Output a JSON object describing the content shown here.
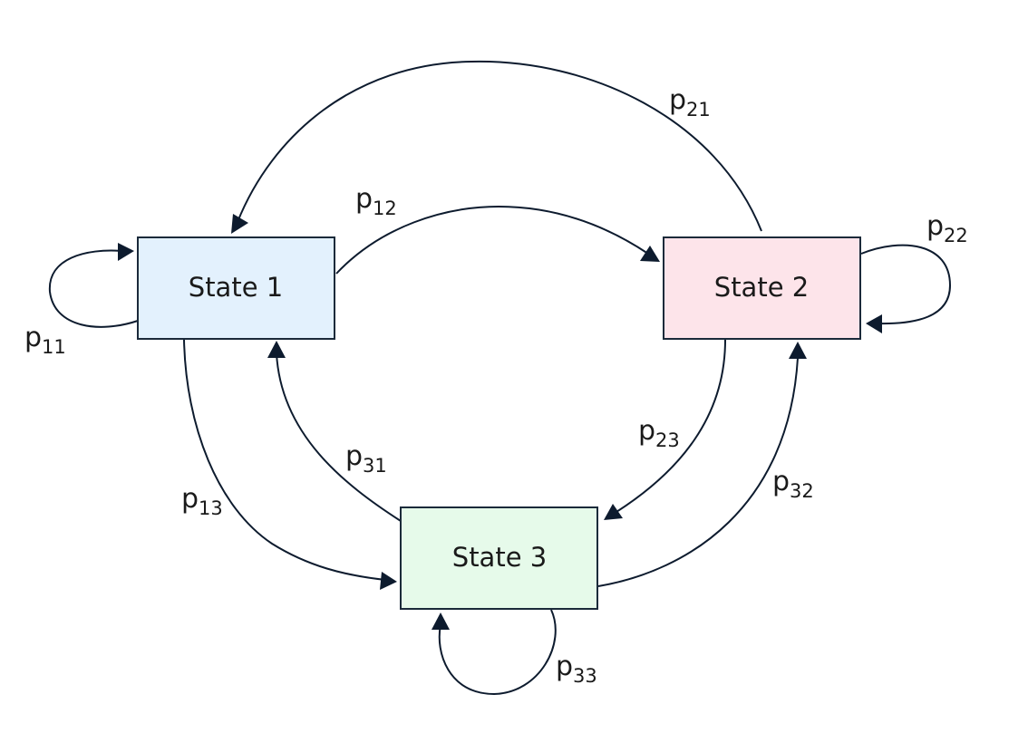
{
  "diagram": {
    "type": "markov-chain-state-diagram",
    "states": [
      {
        "id": "s1",
        "label": "State 1",
        "fill": "#e3f1fd"
      },
      {
        "id": "s2",
        "label": "State 2",
        "fill": "#fde4ea"
      },
      {
        "id": "s3",
        "label": "State 3",
        "fill": "#e6faea"
      }
    ],
    "border_color": "#1b2a3a",
    "edge_color": "#0d1b2e",
    "transitions": [
      {
        "id": "p11",
        "from": "s1",
        "to": "s1",
        "symbol": "p",
        "subscript": "11"
      },
      {
        "id": "p12",
        "from": "s1",
        "to": "s2",
        "symbol": "p",
        "subscript": "12"
      },
      {
        "id": "p13",
        "from": "s1",
        "to": "s3",
        "symbol": "p",
        "subscript": "13"
      },
      {
        "id": "p21",
        "from": "s2",
        "to": "s1",
        "symbol": "p",
        "subscript": "21"
      },
      {
        "id": "p22",
        "from": "s2",
        "to": "s2",
        "symbol": "p",
        "subscript": "22"
      },
      {
        "id": "p23",
        "from": "s2",
        "to": "s3",
        "symbol": "p",
        "subscript": "23"
      },
      {
        "id": "p31",
        "from": "s3",
        "to": "s1",
        "symbol": "p",
        "subscript": "31"
      },
      {
        "id": "p32",
        "from": "s3",
        "to": "s2",
        "symbol": "p",
        "subscript": "32"
      },
      {
        "id": "p33",
        "from": "s3",
        "to": "s3",
        "symbol": "p",
        "subscript": "33"
      }
    ]
  }
}
